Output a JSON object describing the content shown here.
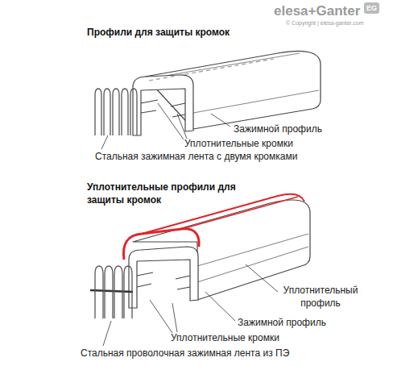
{
  "diagram": {
    "labels": [
      "elesa+Ganter",
      "EG",
      "© Copyright | elesa-ganter.com",
      "Профили для защиты кромок",
      "Зажимной профиль",
      "Уплотнительные кромки",
      "Стальная зажимная лента с двумя кромками",
      "Уплотнительные профили для защиты кромок",
      "Уплотнительный профиль",
      "Зажимной профиль",
      "Уплотнительные кромки",
      "Стальная проволочная зажимная лента из ПЭ"
    ]
  }
}
